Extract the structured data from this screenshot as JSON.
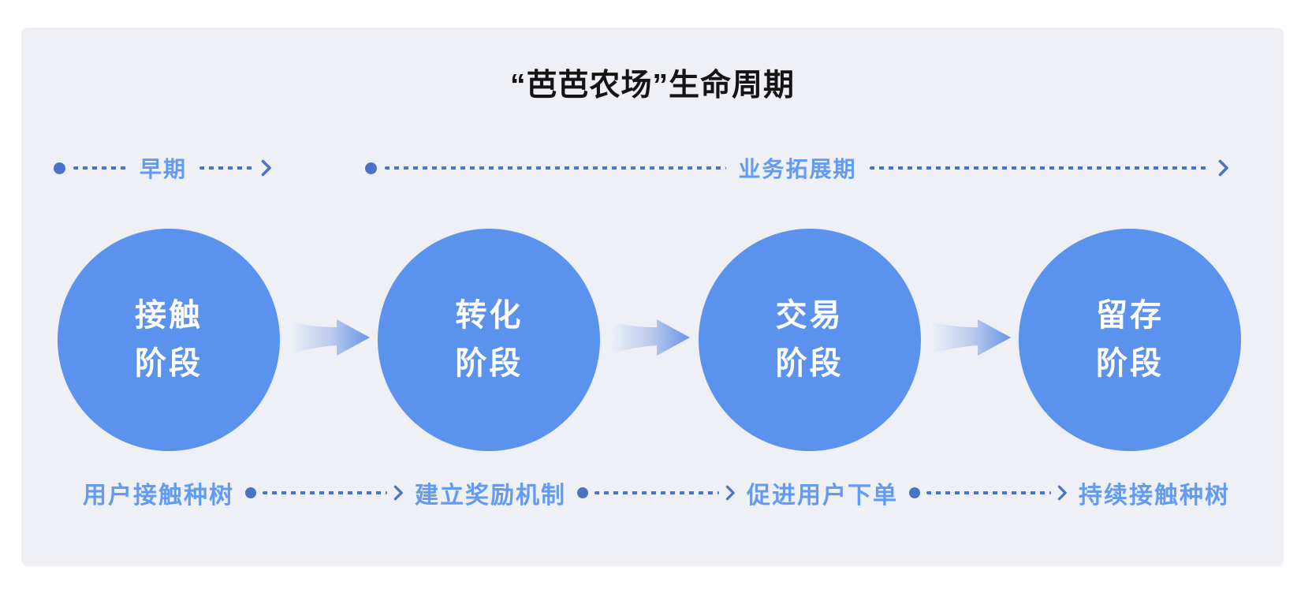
{
  "title": "“芭芭农场”生命周期",
  "phases": [
    {
      "label": "早期"
    },
    {
      "label": "业务拓展期"
    }
  ],
  "stages": [
    {
      "line1": "接触",
      "line2": "阶段"
    },
    {
      "line1": "转化",
      "line2": "阶段"
    },
    {
      "line1": "交易",
      "line2": "阶段"
    },
    {
      "line1": "留存",
      "line2": "阶段"
    }
  ],
  "steps": [
    {
      "label": "用户接触种树"
    },
    {
      "label": "建立奖励机制"
    },
    {
      "label": "促进用户下单"
    },
    {
      "label": "持续接触种树"
    }
  ],
  "colors": {
    "card_bg": "#eff0f5",
    "circle": "#5b92ee",
    "label_blue": "#639bf1",
    "connector_blue": "#4a73c7",
    "title_text": "#141414",
    "circle_text": "#ffffff",
    "arrow_grad_start": "#f3f5f9",
    "arrow_grad_mid": "#b9c8ec",
    "arrow_grad_end": "#6796e8"
  }
}
